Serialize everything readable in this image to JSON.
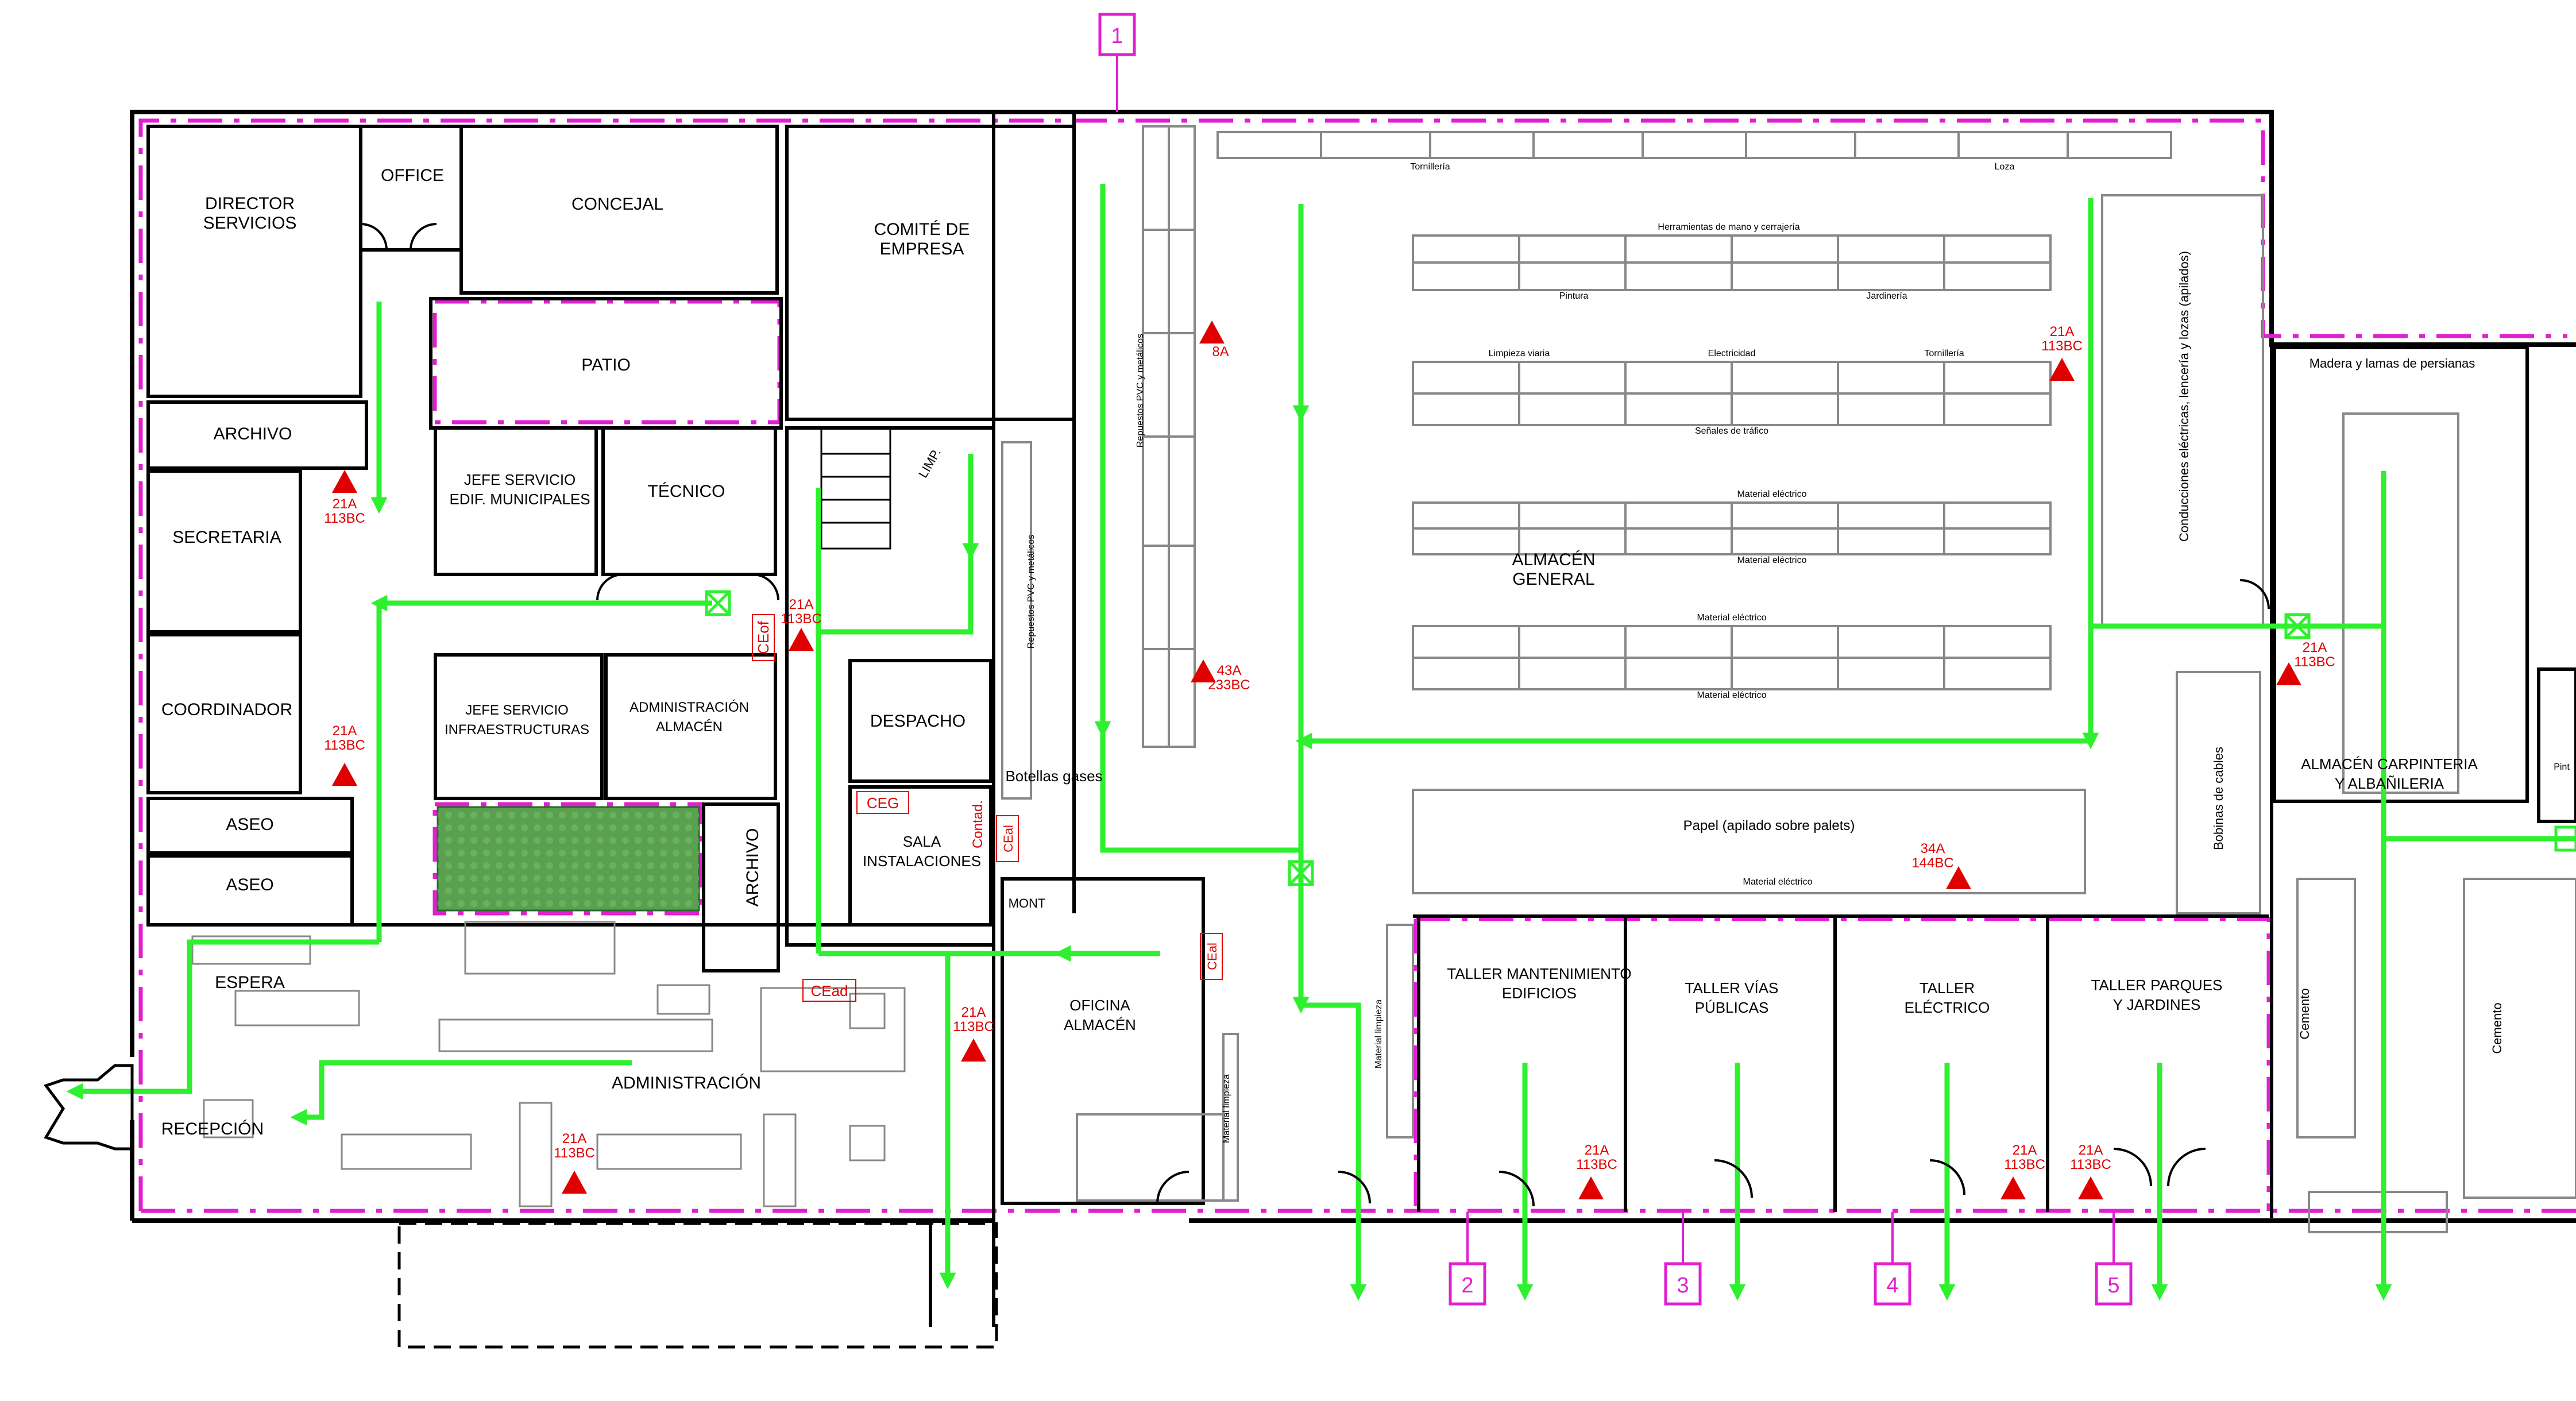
{
  "colors": {
    "wall": "#000000",
    "furniture": "#888888",
    "evacuation": "#2ef02e",
    "extinguisher": "#e00000",
    "sector": "#e020d0",
    "patio": "#5aa050"
  },
  "icons": {
    "extinguisher": "extinguisher-icon",
    "evacuation_arrow": "evacuation-arrow-icon",
    "fire_door": "fire-door-icon"
  },
  "rooms": [
    {
      "id": "director",
      "label": "DIRECTOR SERVICIOS"
    },
    {
      "id": "office",
      "label": "OFFICE"
    },
    {
      "id": "concejal",
      "label": "CONCEJAL"
    },
    {
      "id": "comite",
      "label": "COMITÉ DE EMPRESA"
    },
    {
      "id": "patio",
      "label": "PATIO"
    },
    {
      "id": "archivo1",
      "label": "ARCHIVO"
    },
    {
      "id": "secretaria",
      "label": "SECRETARIA"
    },
    {
      "id": "jefe_edif",
      "label": "JEFE SERVICIO EDIF. MUNICIPALES"
    },
    {
      "id": "tecnico",
      "label": "TÉCNICO"
    },
    {
      "id": "coordinador",
      "label": "COORDINADOR"
    },
    {
      "id": "jefe_infra",
      "label": "JEFE SERVICIO INFRAESTRUCTURAS"
    },
    {
      "id": "admin_almacen",
      "label": "ADMINISTRACIÓN ALMACÉN"
    },
    {
      "id": "despacho",
      "label": "DESPACHO"
    },
    {
      "id": "aseo1",
      "label": "ASEO"
    },
    {
      "id": "aseo2",
      "label": "ASEO"
    },
    {
      "id": "archivo2",
      "label": "ARCHIVO"
    },
    {
      "id": "sala_inst",
      "label": "SALA INSTALACIONES"
    },
    {
      "id": "espera",
      "label": "ESPERA"
    },
    {
      "id": "administracion",
      "label": "ADMINISTRACIÓN"
    },
    {
      "id": "recepcion",
      "label": "RECEPCIÓN"
    },
    {
      "id": "oficina_almacen",
      "label": "OFICINA ALMACÉN"
    },
    {
      "id": "almacen_general",
      "label": "ALMACÉN GENERAL"
    },
    {
      "id": "taller_mant",
      "label": "TALLER MANTENIMIENTO EDIFICIOS"
    },
    {
      "id": "taller_vias",
      "label": "TALLER VÍAS PÚBLICAS"
    },
    {
      "id": "taller_elec",
      "label": "TALLER ELÉCTRICO"
    },
    {
      "id": "taller_parques",
      "label": "TALLER PARQUES Y JARDINES"
    },
    {
      "id": "almacen_carp",
      "label": "ALMACÉN CARPINTERIA Y ALBAÑILERIA"
    }
  ],
  "small_labels": {
    "limp": "LIMP.",
    "mont": "MONT",
    "botellas": "Botellas gases",
    "tornilleria": "Tornillería",
    "loza": "Loza",
    "herramientas": "Herramientas de mano y cerrajería",
    "pintura": "Pintura",
    "jardineria": "Jardinería",
    "limpieza_viaria": "Limpieza viaria",
    "electricidad": "Electricidad",
    "tornilleria2": "Tornillería",
    "senales": "Señales de tráfico",
    "material_electrico": "Material eléctrico",
    "papel": "Papel (apilado sobre palets)",
    "repuestos_pvc": "Repuestos PVC y metálicos",
    "conducciones": "Conducciones eléctricas, lencería y lozas (apilados)",
    "madera": "Madera y lamas de persianas",
    "bobinas": "Bobinas de cables",
    "cemento": "Cemento",
    "material_limpieza": "Material limpieza",
    "pint": "Pint"
  },
  "box_labels": {
    "ceg": "CEG",
    "cead": "CEad",
    "ceof": "CEof",
    "contad": "Contad.",
    "cea": "CEal"
  },
  "extinguishers": [
    {
      "id": "e1",
      "line1": "21A",
      "line2": "113BC"
    },
    {
      "id": "e2",
      "line1": "21A",
      "line2": "113BC"
    },
    {
      "id": "e3",
      "line1": "21A",
      "line2": "113BC"
    },
    {
      "id": "e4",
      "line1": "21A",
      "line2": "113BC"
    },
    {
      "id": "e5",
      "line1": "8A",
      "line2": ""
    },
    {
      "id": "e6",
      "line1": "43A",
      "line2": "233BC"
    },
    {
      "id": "e7",
      "line1": "21A",
      "line2": "113BC"
    },
    {
      "id": "e8",
      "line1": "34A",
      "line2": "144BC"
    },
    {
      "id": "e9",
      "line1": "21A",
      "line2": "113BC"
    },
    {
      "id": "e10",
      "line1": "21A",
      "line2": "113BC"
    },
    {
      "id": "e11",
      "line1": "21A",
      "line2": "113BC"
    },
    {
      "id": "e12",
      "line1": "21A",
      "line2": "113BC"
    },
    {
      "id": "e13",
      "line1": "21A",
      "line2": "113BC"
    }
  ],
  "sectors": [
    "1",
    "2",
    "3",
    "4",
    "5"
  ]
}
